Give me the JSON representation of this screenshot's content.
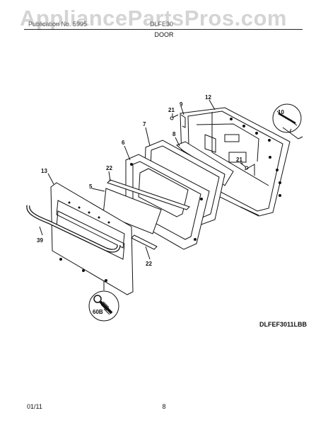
{
  "watermark": "AppliancePartsPros.com",
  "header": {
    "left_text": "Publication No. 5995",
    "center_text": "DLFE30",
    "section_title": "DOOR"
  },
  "callouts": {
    "c12": "12",
    "c9": "9",
    "c21a": "21",
    "c10": "10",
    "c7": "7",
    "c8": "8",
    "c6": "6",
    "c21b": "21",
    "c22a": "22",
    "c13": "13",
    "c5": "5",
    "c39": "39",
    "c22b": "22",
    "c60b": "60B"
  },
  "model_number": "DLFEF3011LBB",
  "footer": {
    "date": "01/11",
    "page": "8"
  }
}
